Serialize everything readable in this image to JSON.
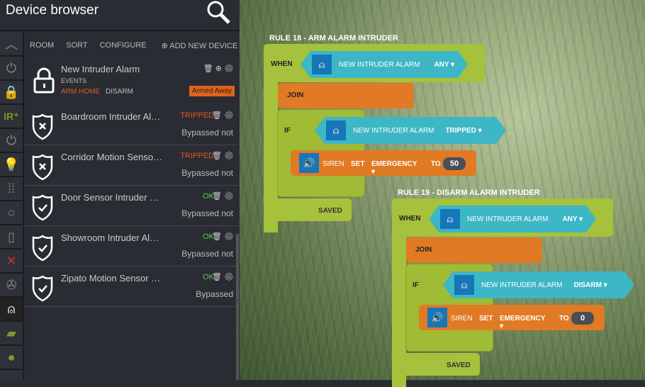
{
  "header": {
    "title": "Device browser"
  },
  "toolbar": {
    "room": "ROOM",
    "sort": "SORT",
    "configure": "CONFIGURE",
    "add": "ADD NEW DEVICE"
  },
  "main_device": {
    "name": "New Intruder Alarm",
    "events": "EVENTS",
    "arm_home": "ARM HOME",
    "disarm": "DISARM",
    "status": "Armed Away"
  },
  "devices": [
    {
      "name": "Boardroom Intruder Al…",
      "state": "TRIPPED",
      "bypass": "Bypassed not"
    },
    {
      "name": "Corridor Motion Senso…",
      "state": "TRIPPED",
      "bypass": "Bypassed not"
    },
    {
      "name": "Door Sensor Intruder …",
      "state": "OK",
      "bypass": "Bypassed not"
    },
    {
      "name": "Showroom Intruder Al…",
      "state": "OK",
      "bypass": "Bypassed not"
    },
    {
      "name": "Zipato Motion Sensor …",
      "state": "OK",
      "bypass": "Bypassed"
    }
  ],
  "rules": [
    {
      "title": "RULE 18 - ARM ALARM INTRUDER",
      "when": "WHEN",
      "trigger_device": "NEW INTRUDER ALARM",
      "trigger_value": "ANY",
      "join": "JOIN",
      "if": "IF",
      "cond_device": "NEW INTRUDER ALARM",
      "cond_value": "TRIPPED",
      "action_device": "SIREN",
      "set": "SET",
      "param": "EMERGENCY",
      "to": "TO",
      "value": "50",
      "saved": "SAVED"
    },
    {
      "title": "RULE 19 - DISARM ALARM INTRUDER",
      "when": "WHEN",
      "trigger_device": "NEW INTRUDER ALARM",
      "trigger_value": "ANY",
      "join": "JOIN",
      "if": "IF",
      "cond_device": "NEW INTRUDER ALARM",
      "cond_value": "DISARM",
      "action_device": "SIREN",
      "set": "SET",
      "param": "EMERGENCY",
      "to": "TO",
      "value": "0",
      "saved": "SAVED"
    }
  ],
  "colors": {
    "tripped": "#e0582a",
    "ok": "#5cc85c",
    "armed": "#e0621a"
  }
}
